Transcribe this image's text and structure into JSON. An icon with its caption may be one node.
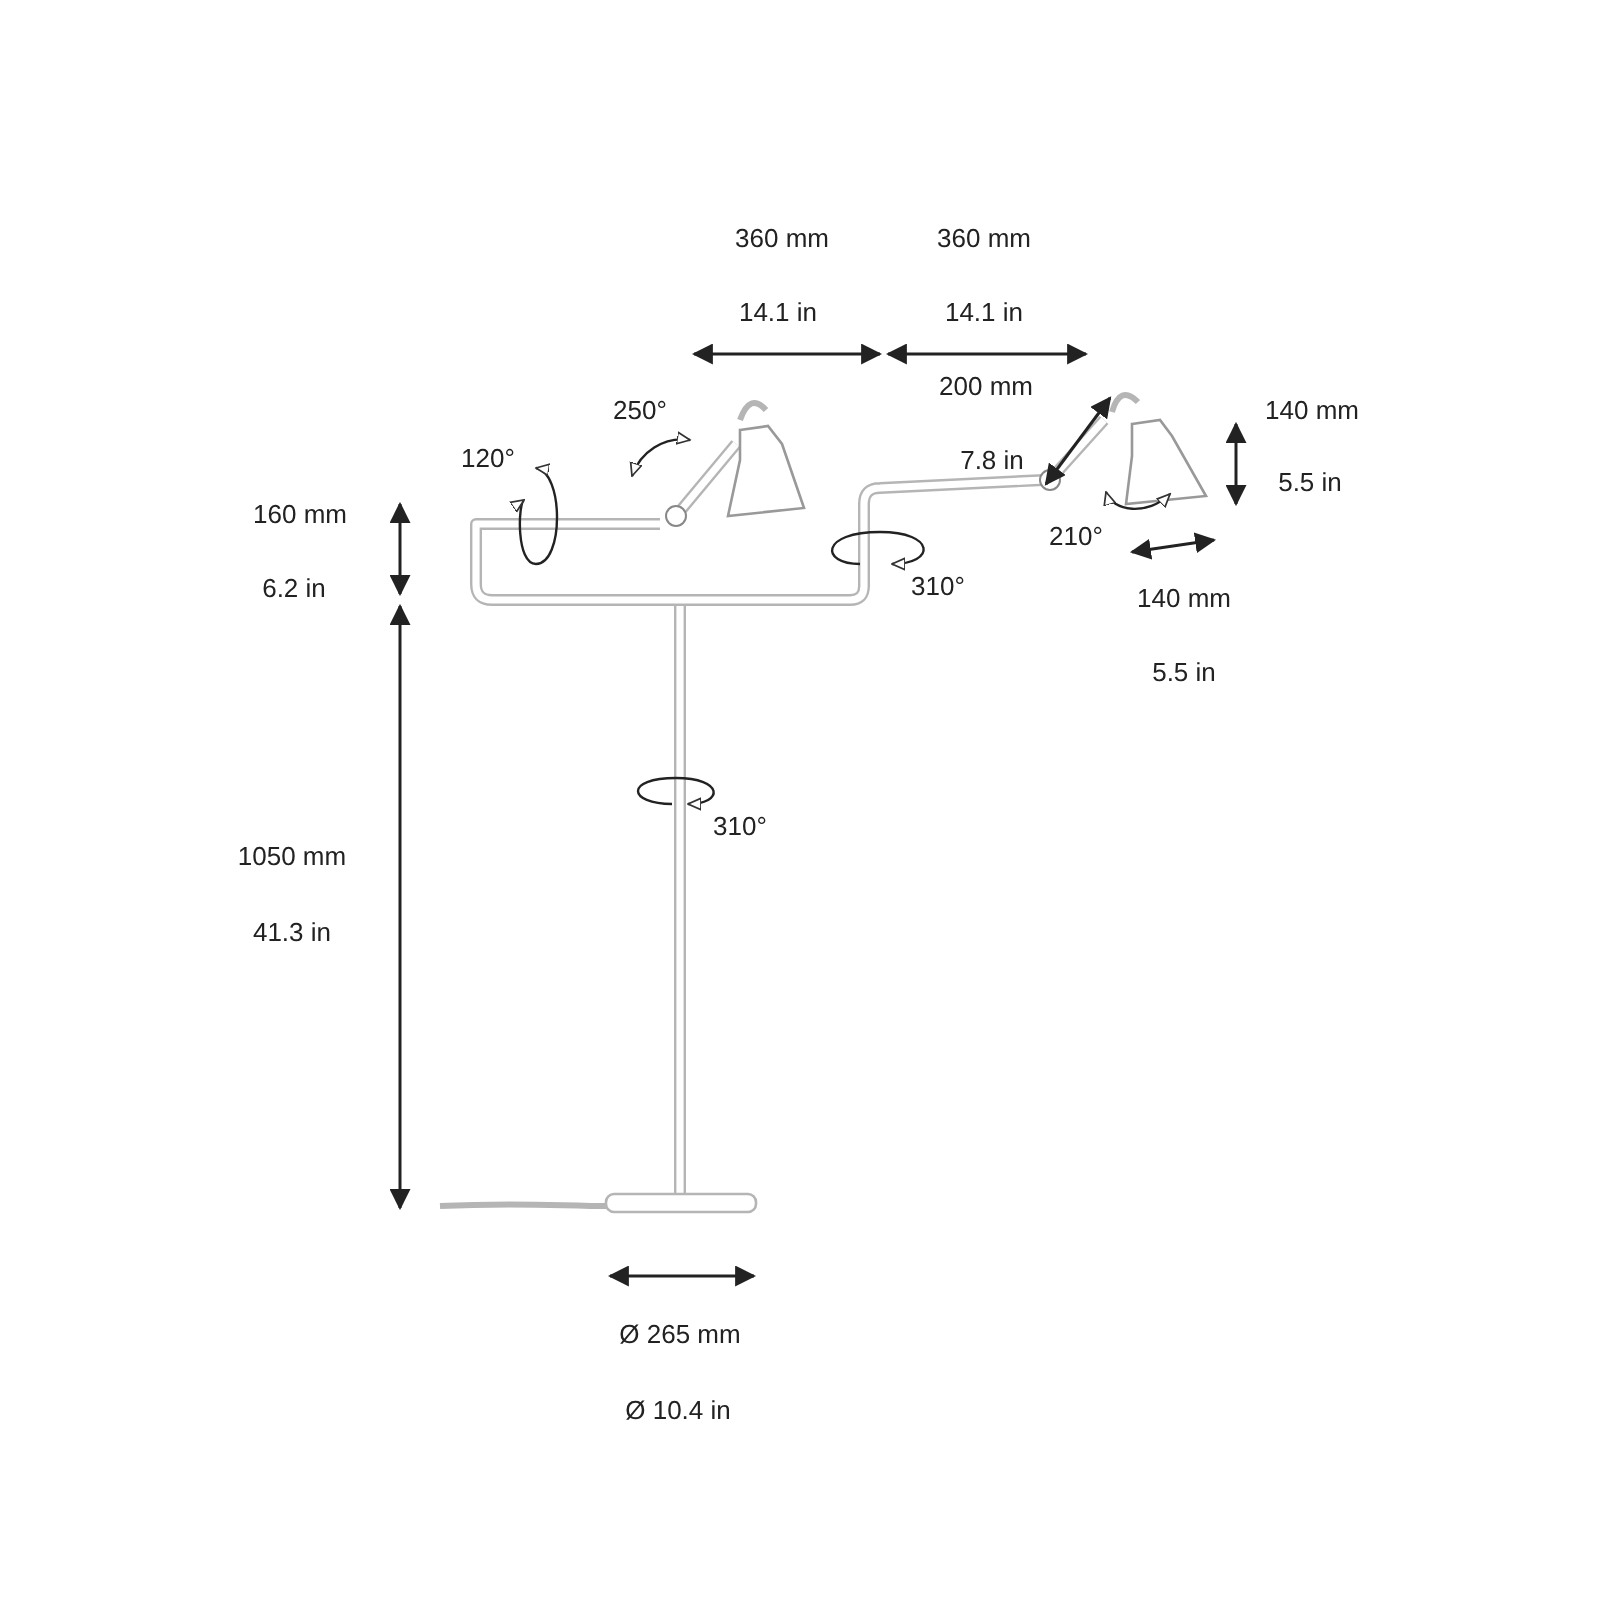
{
  "diagram": {
    "labels": [
      "360 mm",
      "360 mm",
      "14.1 in",
      "14.1 in",
      "200 mm",
      "250°",
      "140 mm",
      "120°",
      "7.8 in",
      "5.5 in",
      "160 mm",
      "210°",
      "6.2 in",
      "310°",
      "140 mm",
      "5.5 in",
      "310°",
      "1050 mm",
      "41.3 in",
      "Ø 265 mm",
      "Ø 10.4 in"
    ]
  }
}
